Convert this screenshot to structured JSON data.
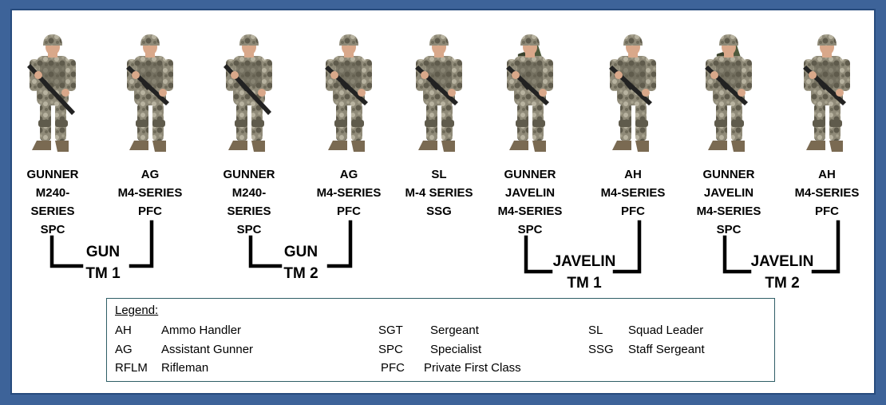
{
  "soldiers": [
    {
      "id": "gunner1",
      "lines": [
        "GUNNER",
        "M240-",
        "SERIES",
        "SPC"
      ],
      "weapon": "rifle"
    },
    {
      "id": "ag1",
      "lines": [
        "AG",
        "M4-SERIES",
        "PFC"
      ],
      "weapon": "carbine"
    },
    {
      "id": "gunner2",
      "lines": [
        "GUNNER",
        "M240-",
        "SERIES",
        "SPC"
      ],
      "weapon": "rifle"
    },
    {
      "id": "ag2",
      "lines": [
        "AG",
        "M4-SERIES",
        "PFC"
      ],
      "weapon": "carbine"
    },
    {
      "id": "sl",
      "lines": [
        "SL",
        "M-4 SERIES",
        "SSG"
      ],
      "weapon": "carbine"
    },
    {
      "id": "javgunner1",
      "lines": [
        "GUNNER",
        "JAVELIN",
        "M4-SERIES",
        "SPC"
      ],
      "weapon": "javelin"
    },
    {
      "id": "ah1",
      "lines": [
        "AH",
        "M4-SERIES",
        "PFC"
      ],
      "weapon": "carbine"
    },
    {
      "id": "javgunner2",
      "lines": [
        "GUNNER",
        "JAVELIN",
        "M4-SERIES",
        "SPC"
      ],
      "weapon": "javelin"
    },
    {
      "id": "ah2",
      "lines": [
        "AH",
        "M4-SERIES",
        "PFC"
      ],
      "weapon": "carbine"
    }
  ],
  "teams": [
    {
      "id": "gun1",
      "line1": "GUN",
      "line2": "TM 1"
    },
    {
      "id": "gun2",
      "line1": "GUN",
      "line2": "TM 2"
    },
    {
      "id": "jav1",
      "line1": "JAVELIN",
      "line2": "TM 1"
    },
    {
      "id": "jav2",
      "line1": "JAVELIN",
      "line2": "TM 2"
    }
  ],
  "legend": {
    "title": "Legend:",
    "entries": [
      {
        "abbr": "AH",
        "meaning": "Ammo Handler"
      },
      {
        "abbr": "AG",
        "meaning": "Assistant Gunner"
      },
      {
        "abbr": "RFLM",
        "meaning": "Rifleman"
      },
      {
        "abbr": "SGT",
        "meaning": "Sergeant"
      },
      {
        "abbr": "SPC",
        "meaning": "Specialist"
      },
      {
        "abbr": "PFC",
        "meaning": "Private First Class"
      },
      {
        "abbr": "SL",
        "meaning": "Squad Leader"
      },
      {
        "abbr": "SSG",
        "meaning": "Staff Sergeant"
      }
    ]
  },
  "colors": {
    "frame": "#3d6399",
    "camo_base": "#8f8a78",
    "camo_light": "#b8b3a0",
    "camo_dark": "#5f5b4c",
    "skin": "#d9a88a",
    "boot": "#7a6a52",
    "weapon": "#222222",
    "javelin": "#4f5a3c"
  }
}
